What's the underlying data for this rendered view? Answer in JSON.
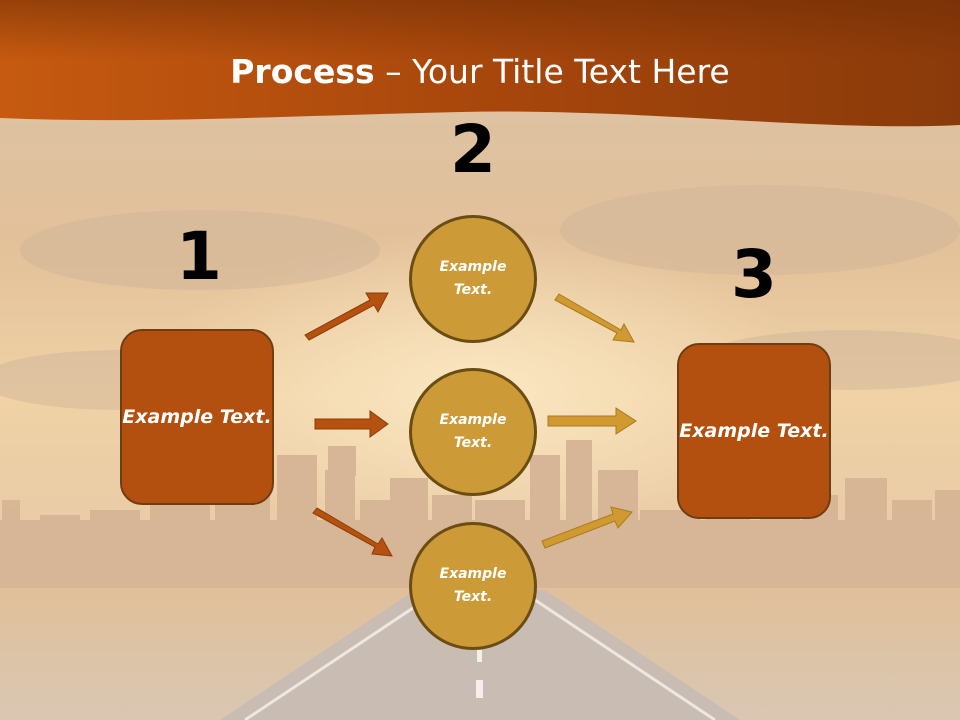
{
  "title": {
    "bold": "Process",
    "rest": " – Your Title Text Here"
  },
  "steps": [
    {
      "number": "1",
      "label": "Example Text."
    },
    {
      "number": "2",
      "label": "Example Text."
    },
    {
      "number": "3",
      "label": "Example Text."
    }
  ],
  "circles": [
    {
      "label": "Example Text."
    },
    {
      "label": "Example Text."
    },
    {
      "label": "Example Text."
    }
  ],
  "colors": {
    "header": "#a84a0d",
    "box": "#b3500f",
    "circle": "#cc9a36",
    "arrow_left": "#b5520f",
    "arrow_right": "#d09a30"
  }
}
